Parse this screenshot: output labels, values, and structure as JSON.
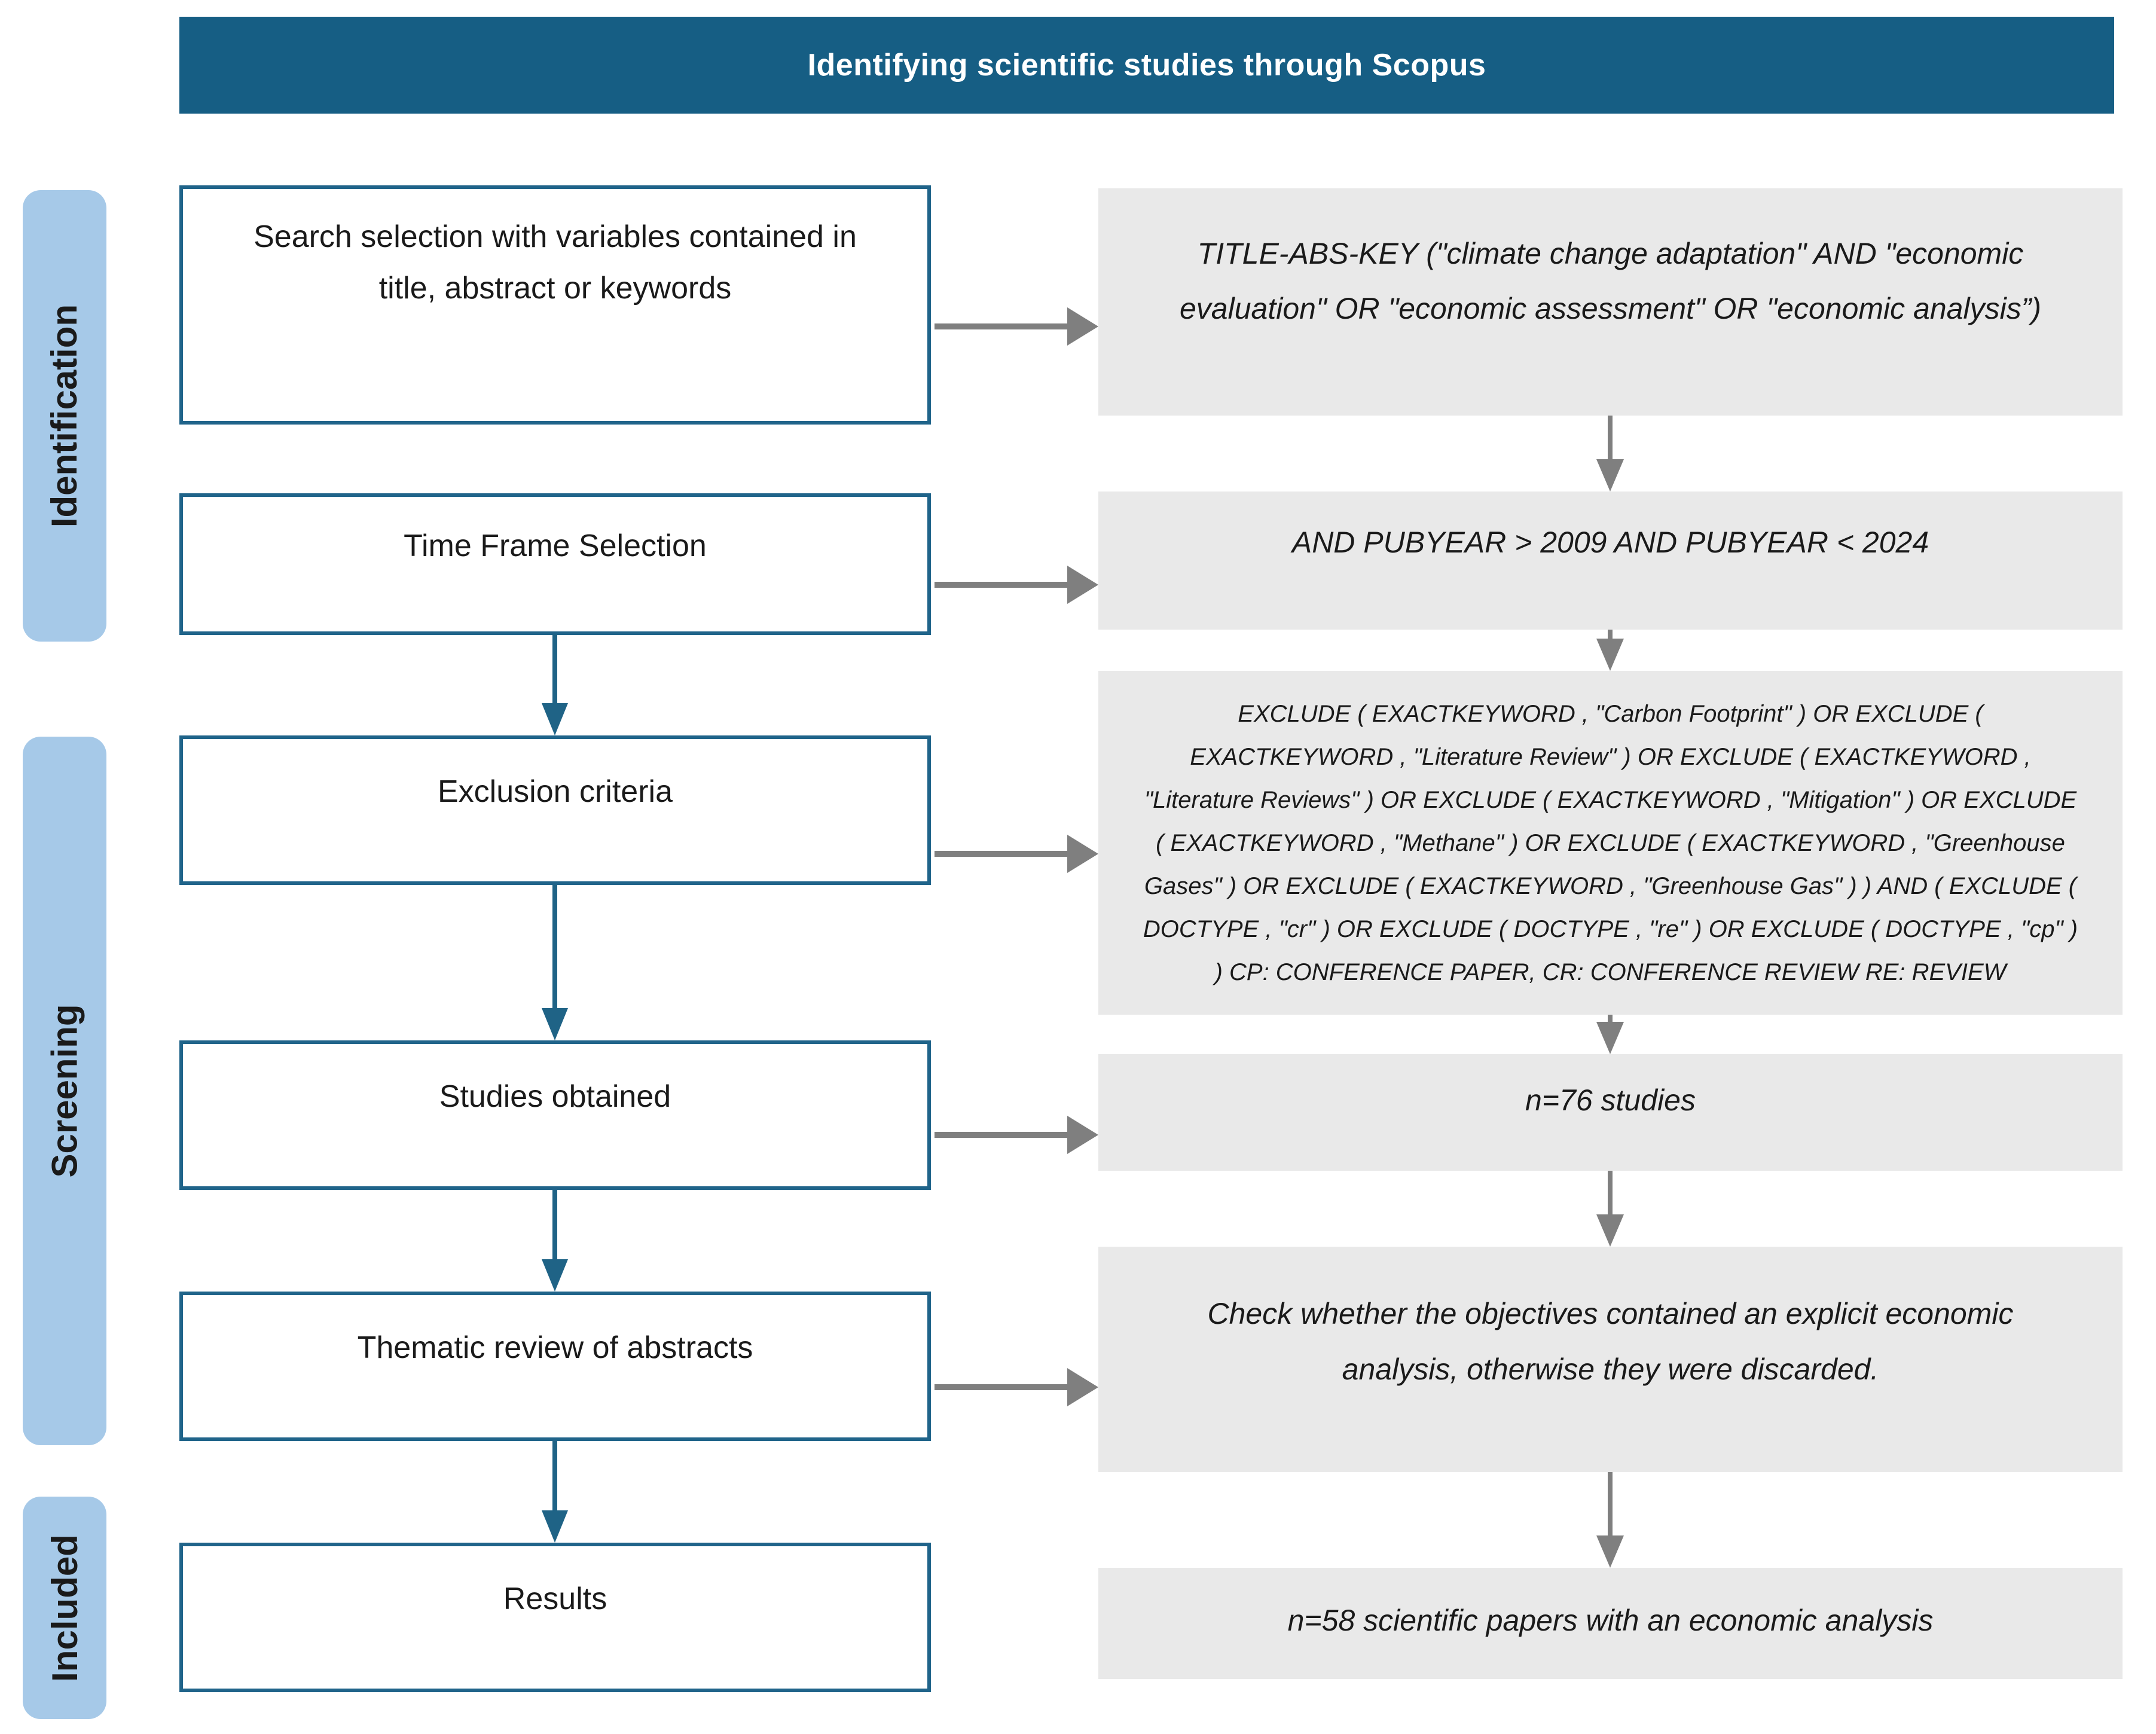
{
  "header": {
    "title": "Identifying scientific studies through Scopus"
  },
  "sidebar": {
    "sections": [
      {
        "label": "Identification"
      },
      {
        "label": "Screening"
      },
      {
        "label": "Included"
      }
    ]
  },
  "flow": {
    "left_boxes": [
      {
        "label": "Search selection with variables contained in title, abstract or keywords"
      },
      {
        "label": "Time Frame Selection"
      },
      {
        "label": "Exclusion criteria"
      },
      {
        "label": "Studies obtained"
      },
      {
        "label": "Thematic review of abstracts"
      },
      {
        "label": "Results"
      }
    ],
    "right_boxes": [
      {
        "text": "TITLE-ABS-KEY (\"climate change adaptation\" AND \"economic evaluation\" OR \"economic assessment\" OR \"economic analysis”)"
      },
      {
        "text": "AND PUBYEAR > 2009 AND PUBYEAR < 2024"
      },
      {
        "text": "EXCLUDE ( EXACTKEYWORD , \"Carbon Footprint\" ) OR EXCLUDE ( EXACTKEYWORD , \"Literature Review\" ) OR EXCLUDE ( EXACTKEYWORD , \"Literature Reviews\" ) OR EXCLUDE ( EXACTKEYWORD , \"Mitigation\" ) OR EXCLUDE ( EXACTKEYWORD , \"Methane\" ) OR EXCLUDE ( EXACTKEYWORD , \"Greenhouse Gases\" ) OR EXCLUDE ( EXACTKEYWORD , \"Greenhouse Gas\" ) ) AND ( EXCLUDE ( DOCTYPE , \"cr\" ) OR EXCLUDE ( DOCTYPE , \"re\" ) OR EXCLUDE ( DOCTYPE , \"cp\" ) ) CP: CONFERENCE PAPER, CR: CONFERENCE REVIEW RE: REVIEW"
      },
      {
        "text": "n=76 studies"
      },
      {
        "text": "Check whether the objectives contained an explicit economic analysis, otherwise they were discarded."
      },
      {
        "text": "n=58 scientific papers with an economic analysis"
      }
    ]
  },
  "colors": {
    "header_bg": "#165E84",
    "header_text": "#FFFFFF",
    "box_border": "#20648A",
    "box_bg": "#FFFFFF",
    "sidebar_bg": "#A6C9E8",
    "gray_box_bg": "#E9E9E9",
    "arrow_gray": "#7F7F7F",
    "arrow_teal": "#1F6386",
    "text": "#1A1A1A"
  }
}
